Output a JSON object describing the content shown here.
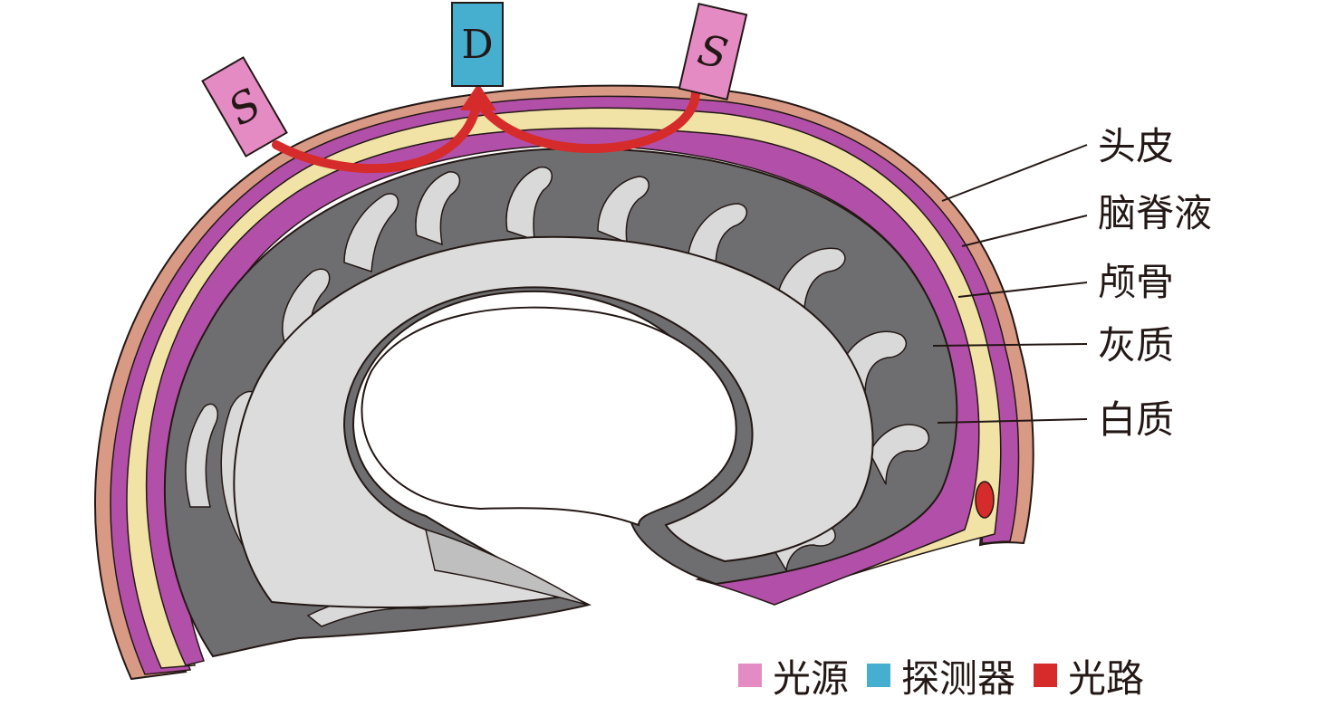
{
  "diagram": {
    "source_labels": [
      "S",
      "S"
    ],
    "detector_label": "D",
    "layer_labels": {
      "scalp": "头皮",
      "csf": "脑脊液",
      "skull": "颅骨",
      "gray_matter": "灰质",
      "white_matter": "白质"
    }
  },
  "legend": {
    "source": "光源",
    "detector": "探测器",
    "light_path": "光路"
  },
  "colors": {
    "scalp": "#D99A85",
    "csf": "#B24FA8",
    "skull": "#F1E2A6",
    "gray_matter": "#6E6E70",
    "white_matter": "#DCDCDC",
    "source": "#E58BC4",
    "detector": "#46AFCF",
    "light_path": "#D62B2B"
  }
}
